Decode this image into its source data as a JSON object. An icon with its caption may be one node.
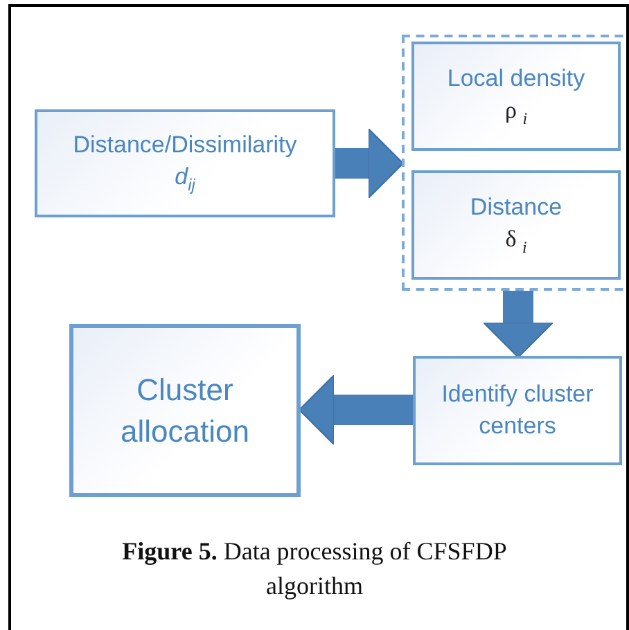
{
  "diagram": {
    "caption": "**Figure 5.** Data processing of CFSFDP algorithm",
    "nodes": [
      {
        "text": [
          "Distance/Dissimilarity",
          "*d*$_{ij}$"
        ]
      },
      {
        "text": [],
        "shape": "box"
      },
      {
        "text": [
          "Local density",
          "ρ $_{i}$"
        ],
        "in": 1
      },
      {
        "text": [
          "Distance",
          "δ $_{i}$"
        ],
        "in": 1
      },
      {
        "text": [
          "Identify cluster centers"
        ]
      },
      {
        "text": [
          "Cluster allocation"
        ]
      }
    ],
    "edges": [
      {
        "from": 0,
        "to": 1,
        "arrow": "to"
      },
      {
        "from": 1,
        "to": 4,
        "arrow": "to"
      },
      {
        "from": 4,
        "to": 5,
        "arrow": "to"
      }
    ]
  }
}
